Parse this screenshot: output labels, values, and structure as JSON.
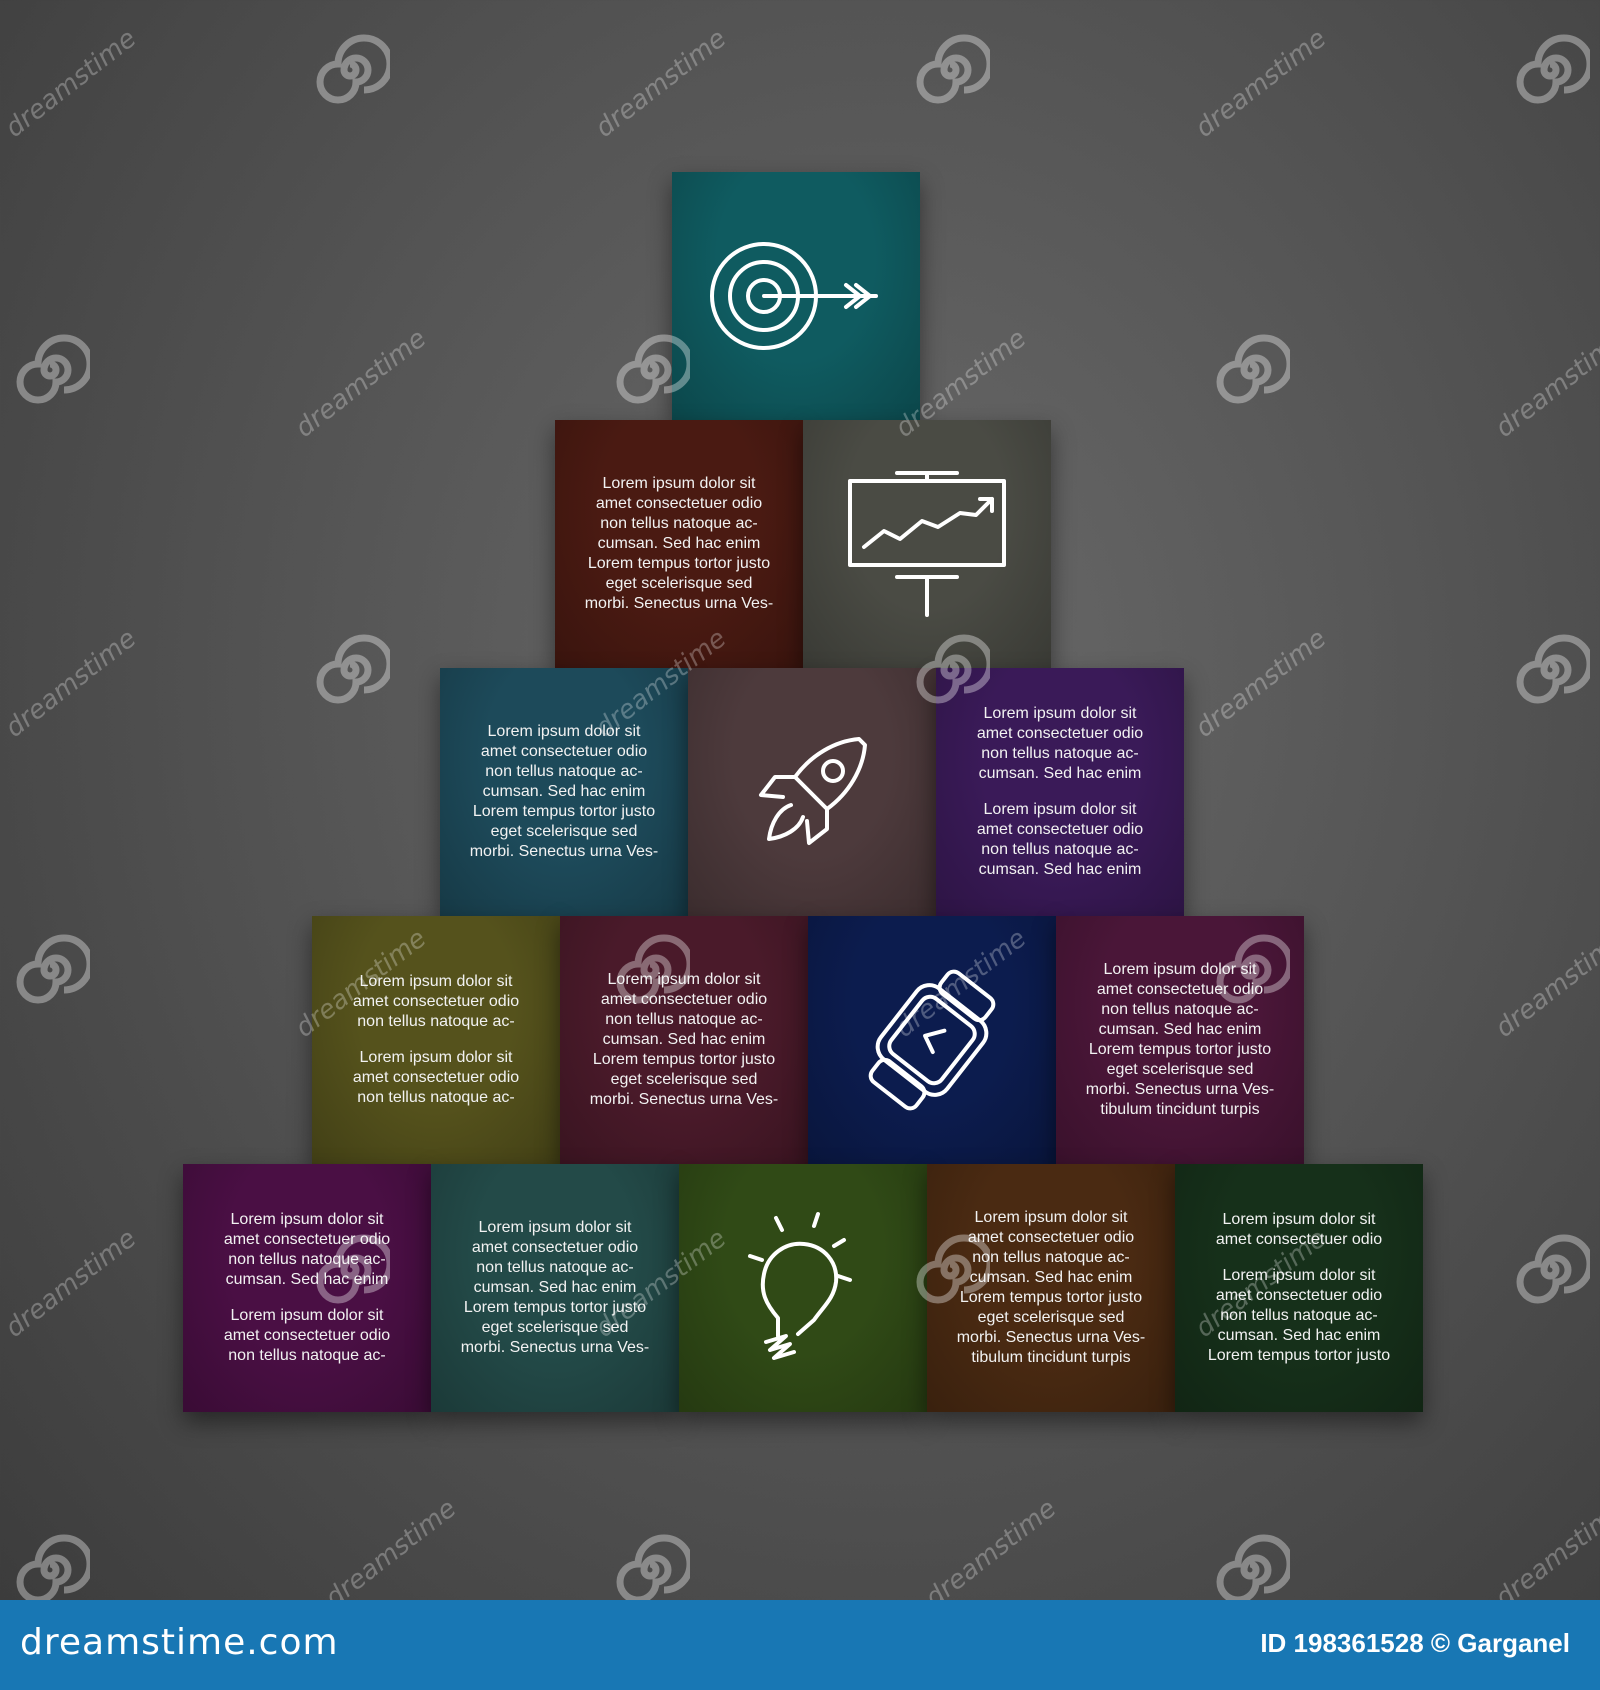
{
  "watermark": {
    "brand": "dreamstime",
    "footer_site": "dreamstime.com",
    "footer_credit": "ID 198361528 © Garganel"
  },
  "blocks": {
    "target": {
      "icon": "target-arrow-icon",
      "color": "#0f5b60"
    },
    "row2_text": {
      "color": "#4a1a12",
      "paragraphs": [
        "Lorem ipsum dolor sit\namet consectetuer odio\nnon tellus natoque ac-\ncumsan. Sed hac enim\nLorem tempus tortor justo\neget scelerisque sed\nmorbi. Senectus urna Ves-"
      ]
    },
    "chart_board": {
      "icon": "presentation-chart-icon",
      "color": "#4a4b44"
    },
    "row3_left": {
      "color": "#1d4a5a",
      "paragraphs": [
        "Lorem ipsum dolor sit\namet consectetuer odio\nnon tellus natoque ac-\ncumsan. Sed hac enim\nLorem tempus tortor justo\neget scelerisque sed\nmorbi. Senectus urna Ves-"
      ]
    },
    "rocket": {
      "icon": "rocket-icon",
      "color": "#4d3a3c"
    },
    "row3_right": {
      "color": "#3a1a58",
      "paragraphs": [
        "Lorem ipsum dolor sit\namet consectetuer odio\nnon tellus natoque ac-\ncumsan. Sed hac enim",
        "Lorem ipsum dolor sit\namet consectetuer odio\nnon tellus natoque ac-\ncumsan. Sed hac enim"
      ]
    },
    "row4_a": {
      "color": "#55521c",
      "paragraphs": [
        "Lorem ipsum dolor sit\namet consectetuer odio\nnon tellus natoque ac-",
        "Lorem ipsum dolor sit\namet consectetuer odio\nnon tellus natoque ac-"
      ]
    },
    "row4_b": {
      "color": "#4a1a2a",
      "paragraphs": [
        "Lorem ipsum dolor sit\namet consectetuer odio\nnon tellus natoque ac-\ncumsan. Sed hac enim\nLorem tempus tortor justo\neget scelerisque sed\nmorbi. Senectus urna Ves-"
      ]
    },
    "watch": {
      "icon": "smartwatch-icon",
      "color": "#0c1c4e"
    },
    "row4_d": {
      "color": "#4a1638",
      "paragraphs": [
        "Lorem ipsum dolor sit\namet consectetuer odio\nnon tellus natoque ac-\ncumsan. Sed hac enim\nLorem tempus tortor justo\neget scelerisque sed\nmorbi. Senectus urna Ves-\ntibulum tincidunt turpis"
      ]
    },
    "row5_a": {
      "color": "#4a0f44",
      "paragraphs": [
        "Lorem ipsum dolor sit\namet consectetuer odio\nnon tellus natoque ac-\ncumsan. Sed hac enim",
        "Lorem ipsum dolor sit\namet consectetuer odio\nnon tellus natoque ac-"
      ]
    },
    "row5_b": {
      "color": "#234a48",
      "paragraphs": [
        "Lorem ipsum dolor sit\namet consectetuer odio\nnon tellus natoque ac-\ncumsan. Sed hac enim\nLorem tempus tortor justo\neget scelerisque sed\nmorbi. Senectus urna Ves-"
      ]
    },
    "bulb": {
      "icon": "lightbulb-icon",
      "color": "#304a16"
    },
    "row5_d": {
      "color": "#4a2a12",
      "paragraphs": [
        "Lorem ipsum dolor sit\namet consectetuer odio\nnon tellus natoque ac-\ncumsan. Sed hac enim\nLorem tempus tortor justo\neget scelerisque sed\nmorbi. Senectus urna Ves-\ntibulum tincidunt turpis"
      ]
    },
    "row5_e": {
      "color": "#16301a",
      "paragraphs": [
        "Lorem ipsum dolor sit\namet consectetuer odio",
        "Lorem ipsum dolor sit\namet consectetuer odio\nnon tellus natoque ac-\ncumsan. Sed hac enim\nLorem tempus tortor justo"
      ]
    }
  }
}
